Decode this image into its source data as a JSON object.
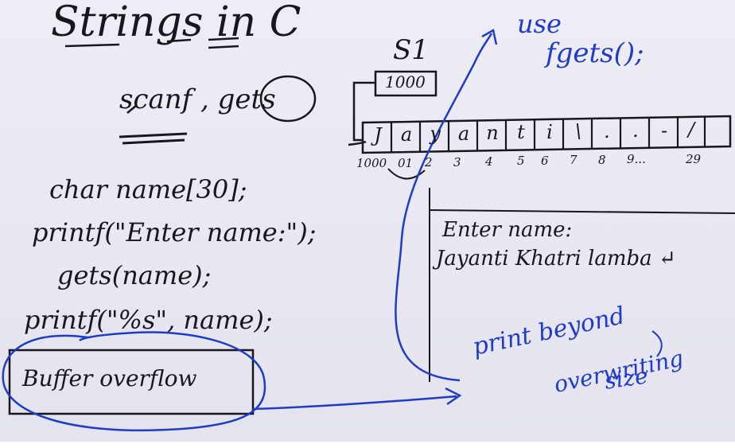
{
  "title": "Strings in C",
  "functions": "scanf , gets",
  "array": {
    "name": "S1",
    "address": "1000",
    "cells": [
      "J",
      "a",
      "y",
      "a",
      "n",
      "t",
      "i",
      "\\",
      ".",
      ".",
      "-",
      "/"
    ],
    "indices": [
      "1000",
      "01",
      "2",
      "3",
      "4",
      "5",
      "6",
      "7",
      "8",
      "9...",
      "29"
    ]
  },
  "code": [
    "char name[30];",
    "printf(\"Enter name:\");",
    "gets(name);",
    "printf(\"%s\", name);"
  ],
  "buffer_overflow": "Buffer overflow",
  "console": {
    "prompt": "Enter name:",
    "input": "Jayanti Khatri lamba ↵"
  },
  "notes": {
    "use": "use",
    "fgets": "fgets();",
    "print_beyond": "print beyond",
    "size": "size",
    "overwriting": "overwriting"
  }
}
